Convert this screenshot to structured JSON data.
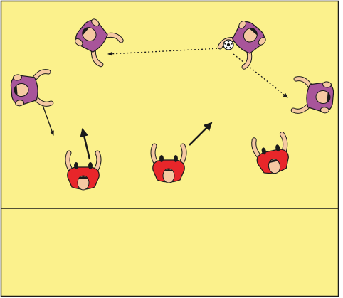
{
  "diagram": {
    "colors": {
      "pitch": "#fbf18c",
      "line": "#1a1a1a",
      "team_purple": "#a8559a",
      "team_red": "#e8262a",
      "skin": "#f5c9a2",
      "hair": "#1a1a1a",
      "ball": "#ffffff"
    },
    "players": [
      {
        "id": "purple-top-left",
        "team": "purple",
        "facing": "down-right",
        "has_ball": false
      },
      {
        "id": "purple-top-right",
        "team": "purple",
        "facing": "down-left",
        "has_ball": true
      },
      {
        "id": "purple-left",
        "team": "purple",
        "facing": "right",
        "has_ball": false
      },
      {
        "id": "purple-right",
        "team": "purple",
        "facing": "left",
        "has_ball": false
      },
      {
        "id": "red-left",
        "team": "red",
        "facing": "up",
        "has_ball": false
      },
      {
        "id": "red-center",
        "team": "red",
        "facing": "up",
        "has_ball": false
      },
      {
        "id": "red-right",
        "team": "red",
        "facing": "up-left",
        "has_ball": false
      }
    ],
    "passes": [
      {
        "id": "pass-to-top-left",
        "style": "dotted",
        "from": "purple-top-right",
        "to": "purple-top-left"
      },
      {
        "id": "pass-to-right",
        "style": "dotted",
        "from": "purple-top-right",
        "to": "purple-right"
      }
    ],
    "runs": [
      {
        "id": "run-purple-left",
        "style": "solid-thin",
        "player": "purple-left"
      },
      {
        "id": "run-red-left",
        "style": "solid-thick",
        "player": "red-left"
      },
      {
        "id": "run-red-center",
        "style": "solid-thick",
        "player": "red-center"
      }
    ]
  }
}
